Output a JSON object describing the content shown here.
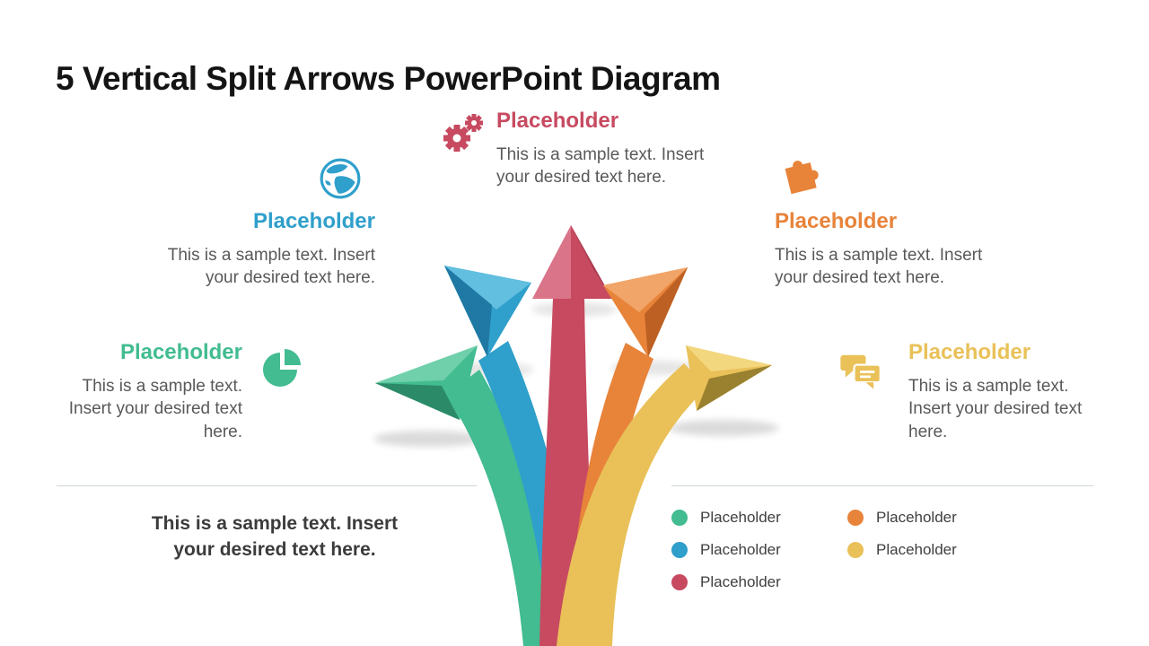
{
  "title": "5 Vertical Split Arrows PowerPoint Diagram",
  "items": [
    {
      "heading": "Placeholder",
      "body": "This is a sample text. Insert your desired text here.",
      "color": "#42BC90",
      "icon": "pie-chart-icon"
    },
    {
      "heading": "Placeholder",
      "body": "This is a sample text. Insert your desired text here.",
      "color": "#2F9FCB",
      "icon": "globe-icon"
    },
    {
      "heading": "Placeholder",
      "body": "This is a sample text. Insert your desired text here.",
      "color": "#C74A60",
      "icon": "gears-icon"
    },
    {
      "heading": "Placeholder",
      "body": "This is a sample text. Insert your desired text here.",
      "color": "#E8833A",
      "icon": "puzzle-icon"
    },
    {
      "heading": "Placeholder",
      "body": "This is a sample text. Insert your desired text here.",
      "color": "#E9C158",
      "icon": "chat-icon"
    }
  ],
  "footer": {
    "note": "This is a sample text. Insert your desired text here."
  },
  "legend": {
    "items": [
      {
        "label": "Placeholder",
        "color": "#42BC90"
      },
      {
        "label": "Placeholder",
        "color": "#2F9FCB"
      },
      {
        "label": "Placeholder",
        "color": "#C74A60"
      },
      {
        "label": "Placeholder",
        "color": "#E8833A"
      },
      {
        "label": "Placeholder",
        "color": "#E9C158"
      }
    ]
  }
}
